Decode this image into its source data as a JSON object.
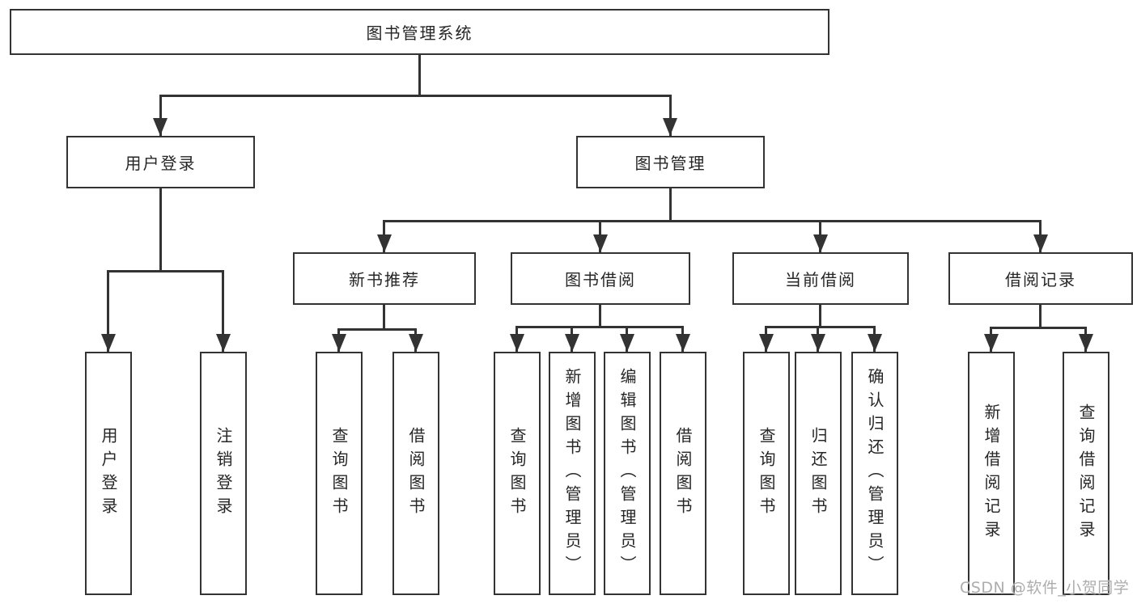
{
  "title": "图书管理系统",
  "tree": {
    "root": "图书管理系统",
    "branches": [
      {
        "label": "用户登录",
        "children": [
          "用户登录",
          "注销登录"
        ]
      },
      {
        "label": "图书管理",
        "children": [
          {
            "label": "新书推荐",
            "children": [
              "查询图书",
              "借阅图书"
            ]
          },
          {
            "label": "图书借阅",
            "children": [
              "查询图书",
              "新增图书（管理员）",
              "编辑图书（管理员）",
              "借阅图书"
            ]
          },
          {
            "label": "当前借阅",
            "children": [
              "查询图书",
              "归还图书",
              "确认归还（管理员）"
            ]
          },
          {
            "label": "借阅记录",
            "children": [
              "新增借阅记录",
              "查询借阅记录"
            ]
          }
        ]
      }
    ]
  },
  "watermark": "CSDN @软件_小贺同学",
  "colors": {
    "line": "#333333",
    "text": "#262626",
    "watermark": "#adadad",
    "background": "#ffffff"
  }
}
